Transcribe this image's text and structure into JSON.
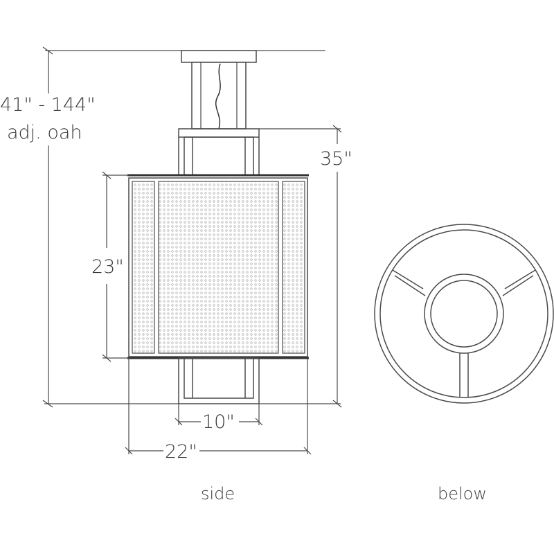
{
  "drawing": {
    "overall_height": "41\" - 144\"",
    "overall_height_note": "adj. oah",
    "fixture_height": "35\"",
    "shade_height": "23\"",
    "inner_width": "10\"",
    "shade_width": "22\""
  },
  "views": {
    "side_label": "side",
    "below_label": "below"
  },
  "colors": {
    "line": "#4a4a4a",
    "mesh": "#c8c8c8",
    "background": "#ffffff"
  }
}
